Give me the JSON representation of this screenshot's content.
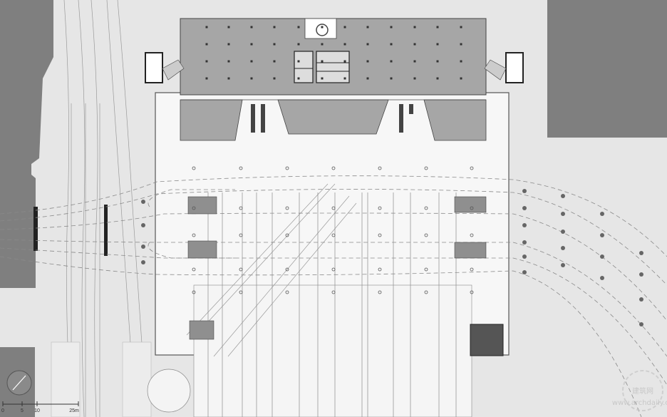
{
  "drawing": {
    "type": "architectural floor plan",
    "colors": {
      "background": "#e6e6e6",
      "hall": "#f7f7f7",
      "dark_block": "#7f7f7f",
      "upper_block": "#a6a6a6",
      "line": "#555555",
      "column": "#666666",
      "stair_dark": "#333333"
    }
  },
  "scale_bar": {
    "ticks": [
      "0",
      "5",
      "10",
      "25m"
    ]
  },
  "watermark": {
    "text": "www.archdaily.cn",
    "logo_text": "建筑网"
  }
}
